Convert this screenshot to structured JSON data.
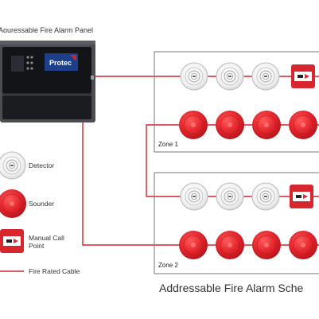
{
  "panel": {
    "title": "Aouressable Fire Alarm Panel",
    "brand": "Protec"
  },
  "zones": [
    {
      "label": "Zone 1"
    },
    {
      "label": "Zone 2"
    }
  ],
  "legend": {
    "detector": "Detector",
    "sounder": "Sounder",
    "call_point_line1": "Manual Call",
    "call_point_line2": "Point",
    "cable": "Fire Rated Cable"
  },
  "footer": "Addressable Fire Alarm Sche",
  "colors": {
    "cable": "#d0242b",
    "sounder": "#e3262d",
    "call_point": "#d7262d",
    "panel_body": "#4b4d52",
    "panel_screen": "#121418",
    "panel_logo": "#1d3f8a",
    "zone_border": "#777777"
  },
  "icons": [
    "detector-icon",
    "sounder-icon",
    "manual-call-point-icon"
  ]
}
